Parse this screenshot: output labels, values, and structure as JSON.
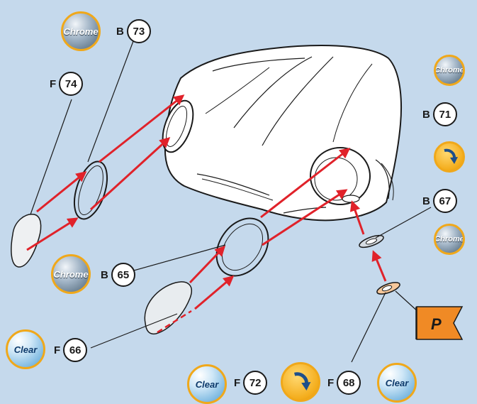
{
  "labels": {
    "chrome": "Chrome",
    "clear": "Clear",
    "paint": "P"
  },
  "callouts": {
    "c73": {
      "letter": "B",
      "number": "73"
    },
    "c74": {
      "letter": "F",
      "number": "74"
    },
    "c71": {
      "letter": "B",
      "number": "71"
    },
    "c67": {
      "letter": "B",
      "number": "67"
    },
    "c65": {
      "letter": "B",
      "number": "65"
    },
    "c66": {
      "letter": "F",
      "number": "66"
    },
    "c72": {
      "letter": "F",
      "number": "72"
    },
    "c68": {
      "letter": "F",
      "number": "68"
    }
  },
  "colors": {
    "background": "#c5d9ec",
    "arrow": "#e0222a",
    "badge_border": "#f0a81a",
    "flag": "#f08a25"
  },
  "icons": {
    "rotate": "rotate-arrow-icon",
    "paint_flag": "paint-flag-icon"
  }
}
